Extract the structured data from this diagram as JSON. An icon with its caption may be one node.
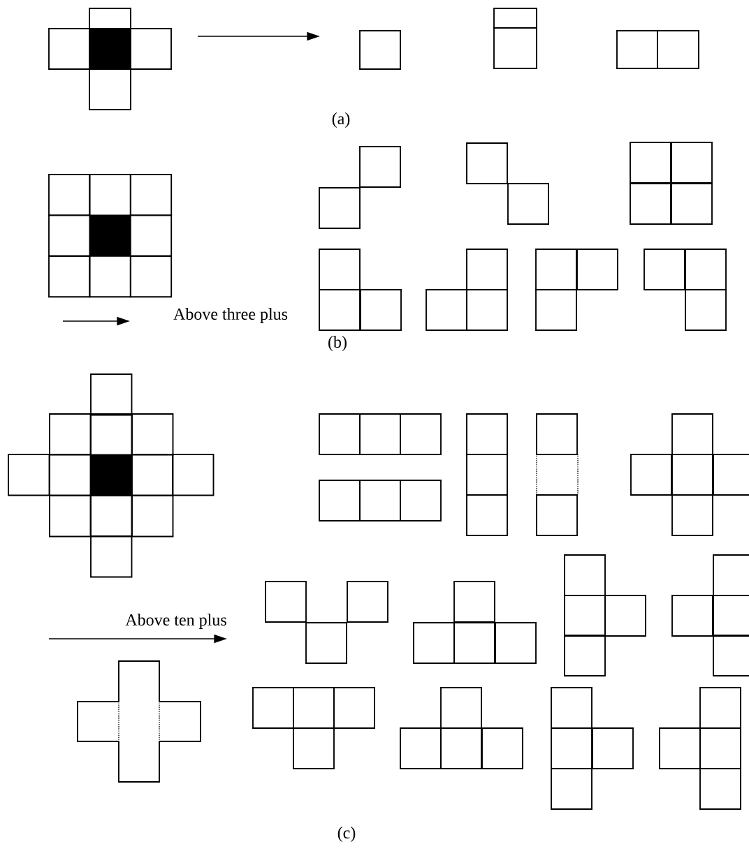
{
  "diagram": {
    "labels": [
      "(a)",
      "Above three plus",
      "(b)",
      "Above ten plus",
      "(c)"
    ]
  }
}
